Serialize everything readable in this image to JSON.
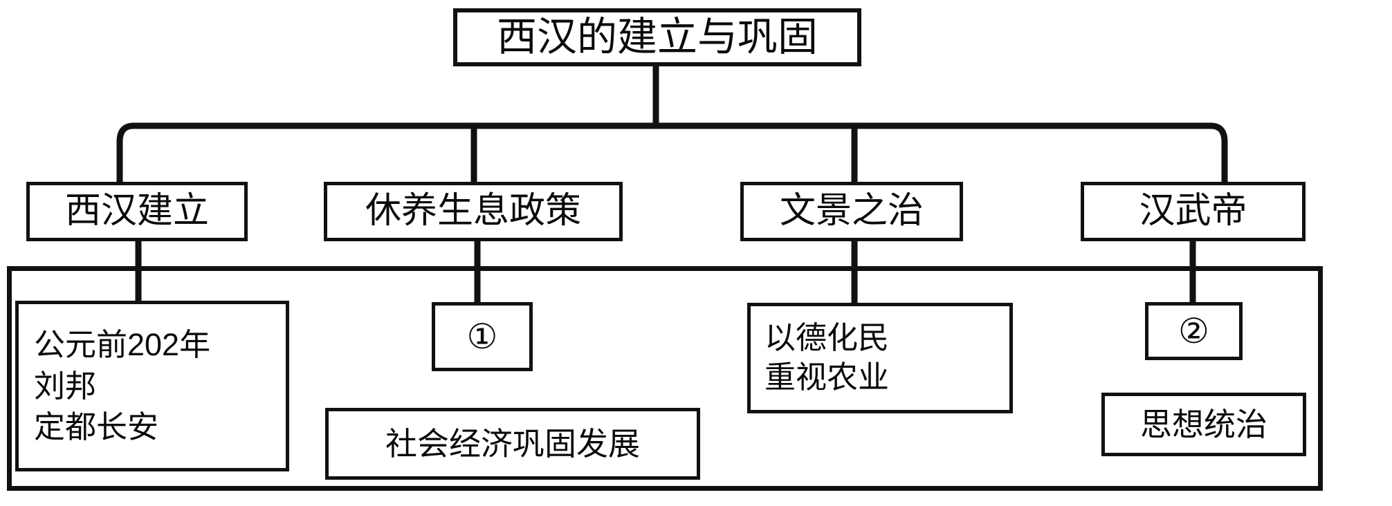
{
  "diagram": {
    "type": "tree-hierarchy",
    "title": "西汉的建立与巩固",
    "root": {
      "label": "西汉的建立与巩固"
    },
    "branches": [
      {
        "label": "西汉建立",
        "detail": "公元前202年\n刘邦\n定都长安",
        "blank": null
      },
      {
        "label": "休养生息政策",
        "detail": "社会经济巩固发展",
        "blank": "①"
      },
      {
        "label": "文景之治",
        "detail": "以德化民\n重视农业",
        "blank": null
      },
      {
        "label": "汉武帝",
        "detail": "思想统治",
        "blank": "②"
      }
    ],
    "colors": {
      "stroke": "#111111",
      "background": "#ffffff",
      "text": "#0a0a0a"
    }
  }
}
